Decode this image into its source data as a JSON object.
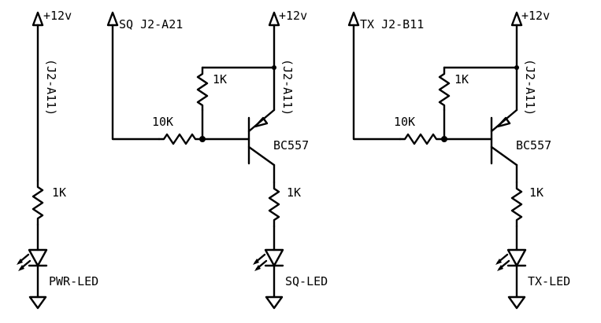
{
  "power": {
    "supply_label": "+12v",
    "connector_label": "(J2-A11)",
    "resistor": "1K",
    "led": "PWR-LED"
  },
  "sq": {
    "input_label": "SQ J2-A21",
    "supply_label": "+12v",
    "connector_label": "(J2-A11)",
    "pullup": "1K",
    "base_resistor": "10K",
    "transistor": "BC557",
    "led_resistor": "1K",
    "led": "SQ-LED"
  },
  "tx": {
    "input_label": "TX J2-B11",
    "supply_label": "+12v",
    "connector_label": "(J2-A11)",
    "pullup": "1K",
    "base_resistor": "10K",
    "transistor": "BC557",
    "led_resistor": "1K",
    "led": "TX-LED"
  }
}
